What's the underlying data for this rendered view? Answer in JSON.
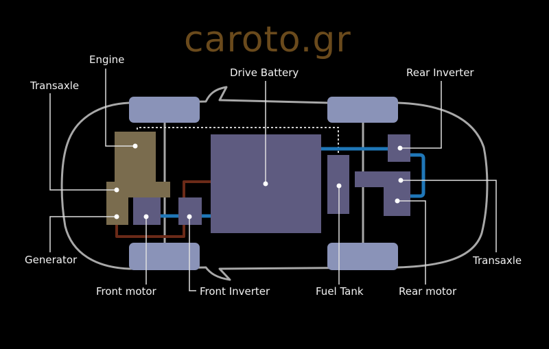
{
  "watermark": "caroto.gr",
  "colors": {
    "background": "#000000",
    "outline": "#a8a8a8",
    "wheel": "#8a93b8",
    "engine_block": "#7a6c4e",
    "electric_block": "#5e5b80",
    "hv_line": "#1f77b8",
    "mech_line": "#6b2a18",
    "leader": "#e0e0e0"
  },
  "labels": {
    "engine": "Engine",
    "transaxle_front": "Transaxle",
    "generator": "Generator",
    "front_motor": "Front motor",
    "front_inverter": "Front Inverter",
    "drive_battery": "Drive Battery",
    "fuel_tank": "Fuel Tank",
    "rear_motor": "Rear motor",
    "rear_inverter": "Rear Inverter",
    "transaxle_rear": "Transaxle"
  }
}
